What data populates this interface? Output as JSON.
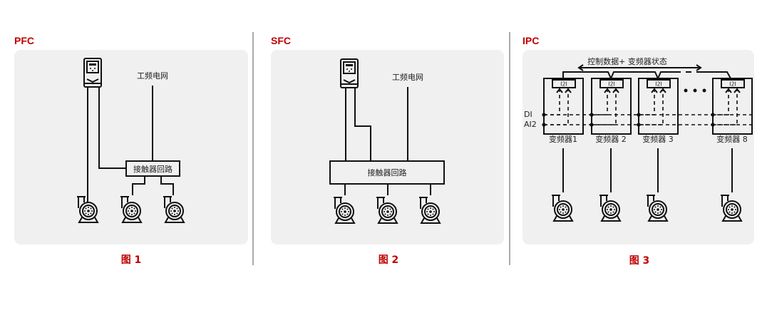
{
  "figures": [
    {
      "title": "PFC",
      "caption": "图 1",
      "grid_label": "工频电网",
      "contactor_label": "接触器回路"
    },
    {
      "title": "SFC",
      "caption": "图 2",
      "grid_label": "工频电网",
      "contactor_label": "接触器回路"
    },
    {
      "title": "IPC",
      "caption": "图 3",
      "bus_label": "控制数据+ 变频器状态",
      "signal_labels": [
        "DI",
        "AI2"
      ],
      "i2i_label": "I2I",
      "drives": [
        "变频器1",
        "变频器 2",
        "变频器 3",
        "变频器 8"
      ]
    }
  ],
  "colors": {
    "accent": "#c00000",
    "panel": "#f0f0f0"
  }
}
